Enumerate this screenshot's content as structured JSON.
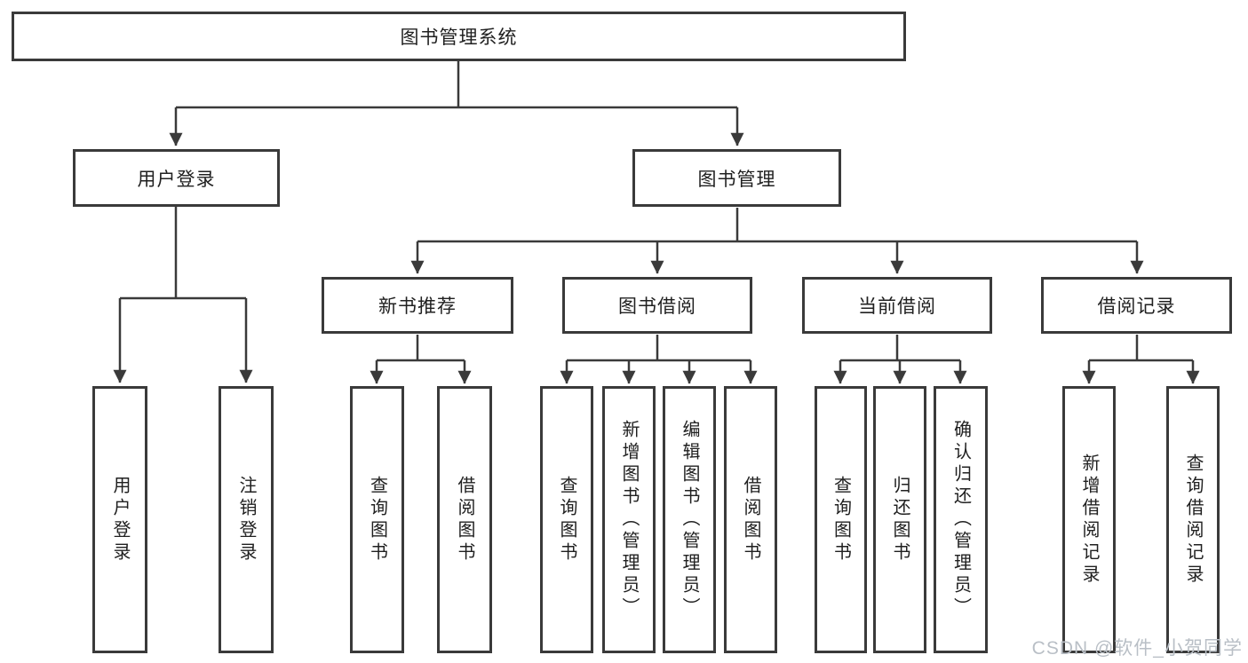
{
  "tree": {
    "label": "图书管理系统",
    "children": [
      {
        "label": "用户登录",
        "children": [
          {
            "label": "用户登录"
          },
          {
            "label": "注销登录"
          }
        ]
      },
      {
        "label": "图书管理",
        "children": [
          {
            "label": "新书推荐",
            "children": [
              {
                "label": "查询图书"
              },
              {
                "label": "借阅图书"
              }
            ]
          },
          {
            "label": "图书借阅",
            "children": [
              {
                "label": "查询图书"
              },
              {
                "label": "新增图书（管理员）"
              },
              {
                "label": "编辑图书（管理员）"
              },
              {
                "label": "借阅图书"
              }
            ]
          },
          {
            "label": "当前借阅",
            "children": [
              {
                "label": "查询图书"
              },
              {
                "label": "归还图书"
              },
              {
                "label": "确认归还（管理员）"
              }
            ]
          },
          {
            "label": "借阅记录",
            "children": [
              {
                "label": "新增借阅记录"
              },
              {
                "label": "查询借阅记录"
              }
            ]
          }
        ]
      }
    ]
  },
  "watermark": "CSDN @软件_小贺同学",
  "colors": {
    "line": "#3a3a3a",
    "text": "#202020",
    "watermark": "#b9bfc6",
    "background": "#ffffff"
  }
}
